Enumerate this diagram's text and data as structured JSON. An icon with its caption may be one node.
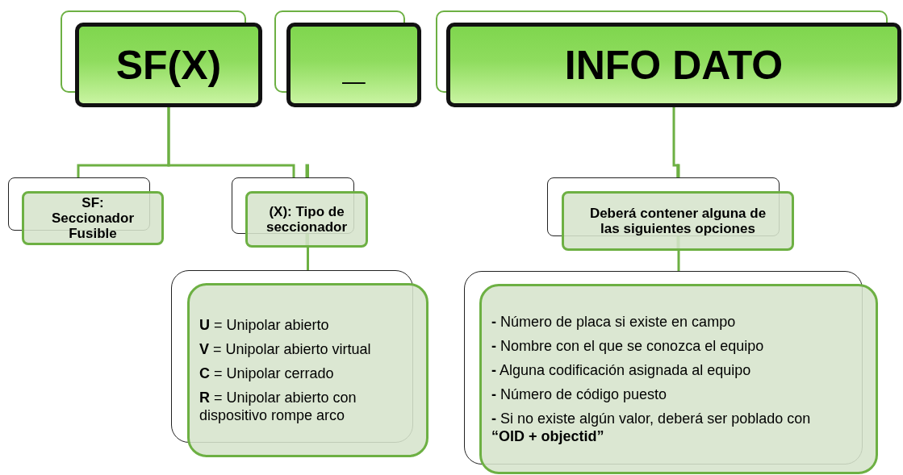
{
  "diagram": {
    "nodes": [
      {
        "text": [
          "SF(X)"
        ]
      },
      {
        "text": [
          "_"
        ]
      },
      {
        "text": [
          "INFO DATO"
        ]
      },
      {
        "text": [
          "SF: Seccionador Fusible"
        ]
      },
      {
        "text": [
          "(X): Tipo de seccionador"
        ]
      },
      {
        "text": [
          "Deberá contener alguna de las siguientes opciones"
        ]
      },
      {
        "text": [
          "**U** = Unipolar abierto",
          "**V** = Unipolar abierto virtual",
          "**C** = Unipolar cerrado",
          "**R** = Unipolar abierto con dispositivo rompe arco"
        ]
      },
      {
        "text": [
          "**-** Número de placa si existe en campo",
          "**-** Nombre con el que se conozca el equipo",
          "**-** Alguna codificación asignada al equipo",
          "**-** Número de código puesto",
          "**-** Si no existe algún valor, deberá ser poblado con **“OID + objectid”**"
        ]
      }
    ],
    "edges": [
      {
        "from": 0,
        "to": 3,
        "arrow": "none"
      },
      {
        "from": 0,
        "to": 4,
        "arrow": "none"
      },
      {
        "from": 4,
        "to": 6,
        "arrow": "none"
      },
      {
        "from": 2,
        "to": 5,
        "arrow": "none"
      },
      {
        "from": 5,
        "to": 7,
        "arrow": "none"
      }
    ]
  }
}
